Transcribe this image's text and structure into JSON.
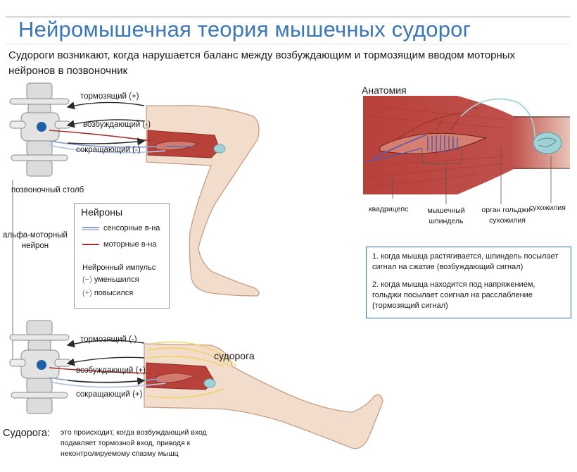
{
  "title": "Нейромышечная теория мышечных судорог",
  "intro": "Судороги возникают, когда нарушается баланс между возбуждающим и тормозящим вводом моторных нейронов в позвоночник",
  "top_signals": [
    "тормозящий (+)",
    "возбуждающий (-)",
    "сокращающий (-)"
  ],
  "bottom_signals": [
    "тормозящий (-)",
    "возбуждающий (+)",
    "сокращающий (+)"
  ],
  "spine_label": "позвоночный столб",
  "alpha_label": "альфа-моторный нейрон",
  "legend": {
    "title": "Нейроны",
    "sensory": "сенсорные в-на",
    "motor": "моторные в-на",
    "impulse_title": "Нейронный импульс",
    "decreased_symbol": "(−)",
    "decreased": "уменьшился",
    "increased_symbol": "(+)",
    "increased": "повысился"
  },
  "anatomy": {
    "title": "Анатомия",
    "quadriceps": "квадрицепс",
    "spindle": "мышечный шпиндель",
    "golgi": "орган гольджи-сухожилия",
    "tendon": "сухожилия"
  },
  "notes": [
    "1. когда мышца растягивается, шпиндель посылает сигнал на сжатие (возбуждающий сигнал)",
    "2. когда мышца находится под напряжением, гольджи посылает соигнал на расслабление (тормозящий сигнал)"
  ],
  "cramp_label": "судорога",
  "cramp_heading": "Судорога:",
  "cramp_text": "это происходит, когда возбуждающий вход подавляет тормозной вход, приводя к неконтролируемому спазму мышц",
  "colors": {
    "title": "#3a76b8",
    "muscle": "#b8413a",
    "skin": "#f2dccb",
    "skin_stroke": "#c79e86",
    "sensory_nerve": "#8fa0cc",
    "motor_nerve": "#a8322c",
    "bone": "#d9d9d9",
    "spinal_cord": "#1f5fa8",
    "tendon": "#9fd1d6",
    "notes_border": "#2f6fc0"
  }
}
